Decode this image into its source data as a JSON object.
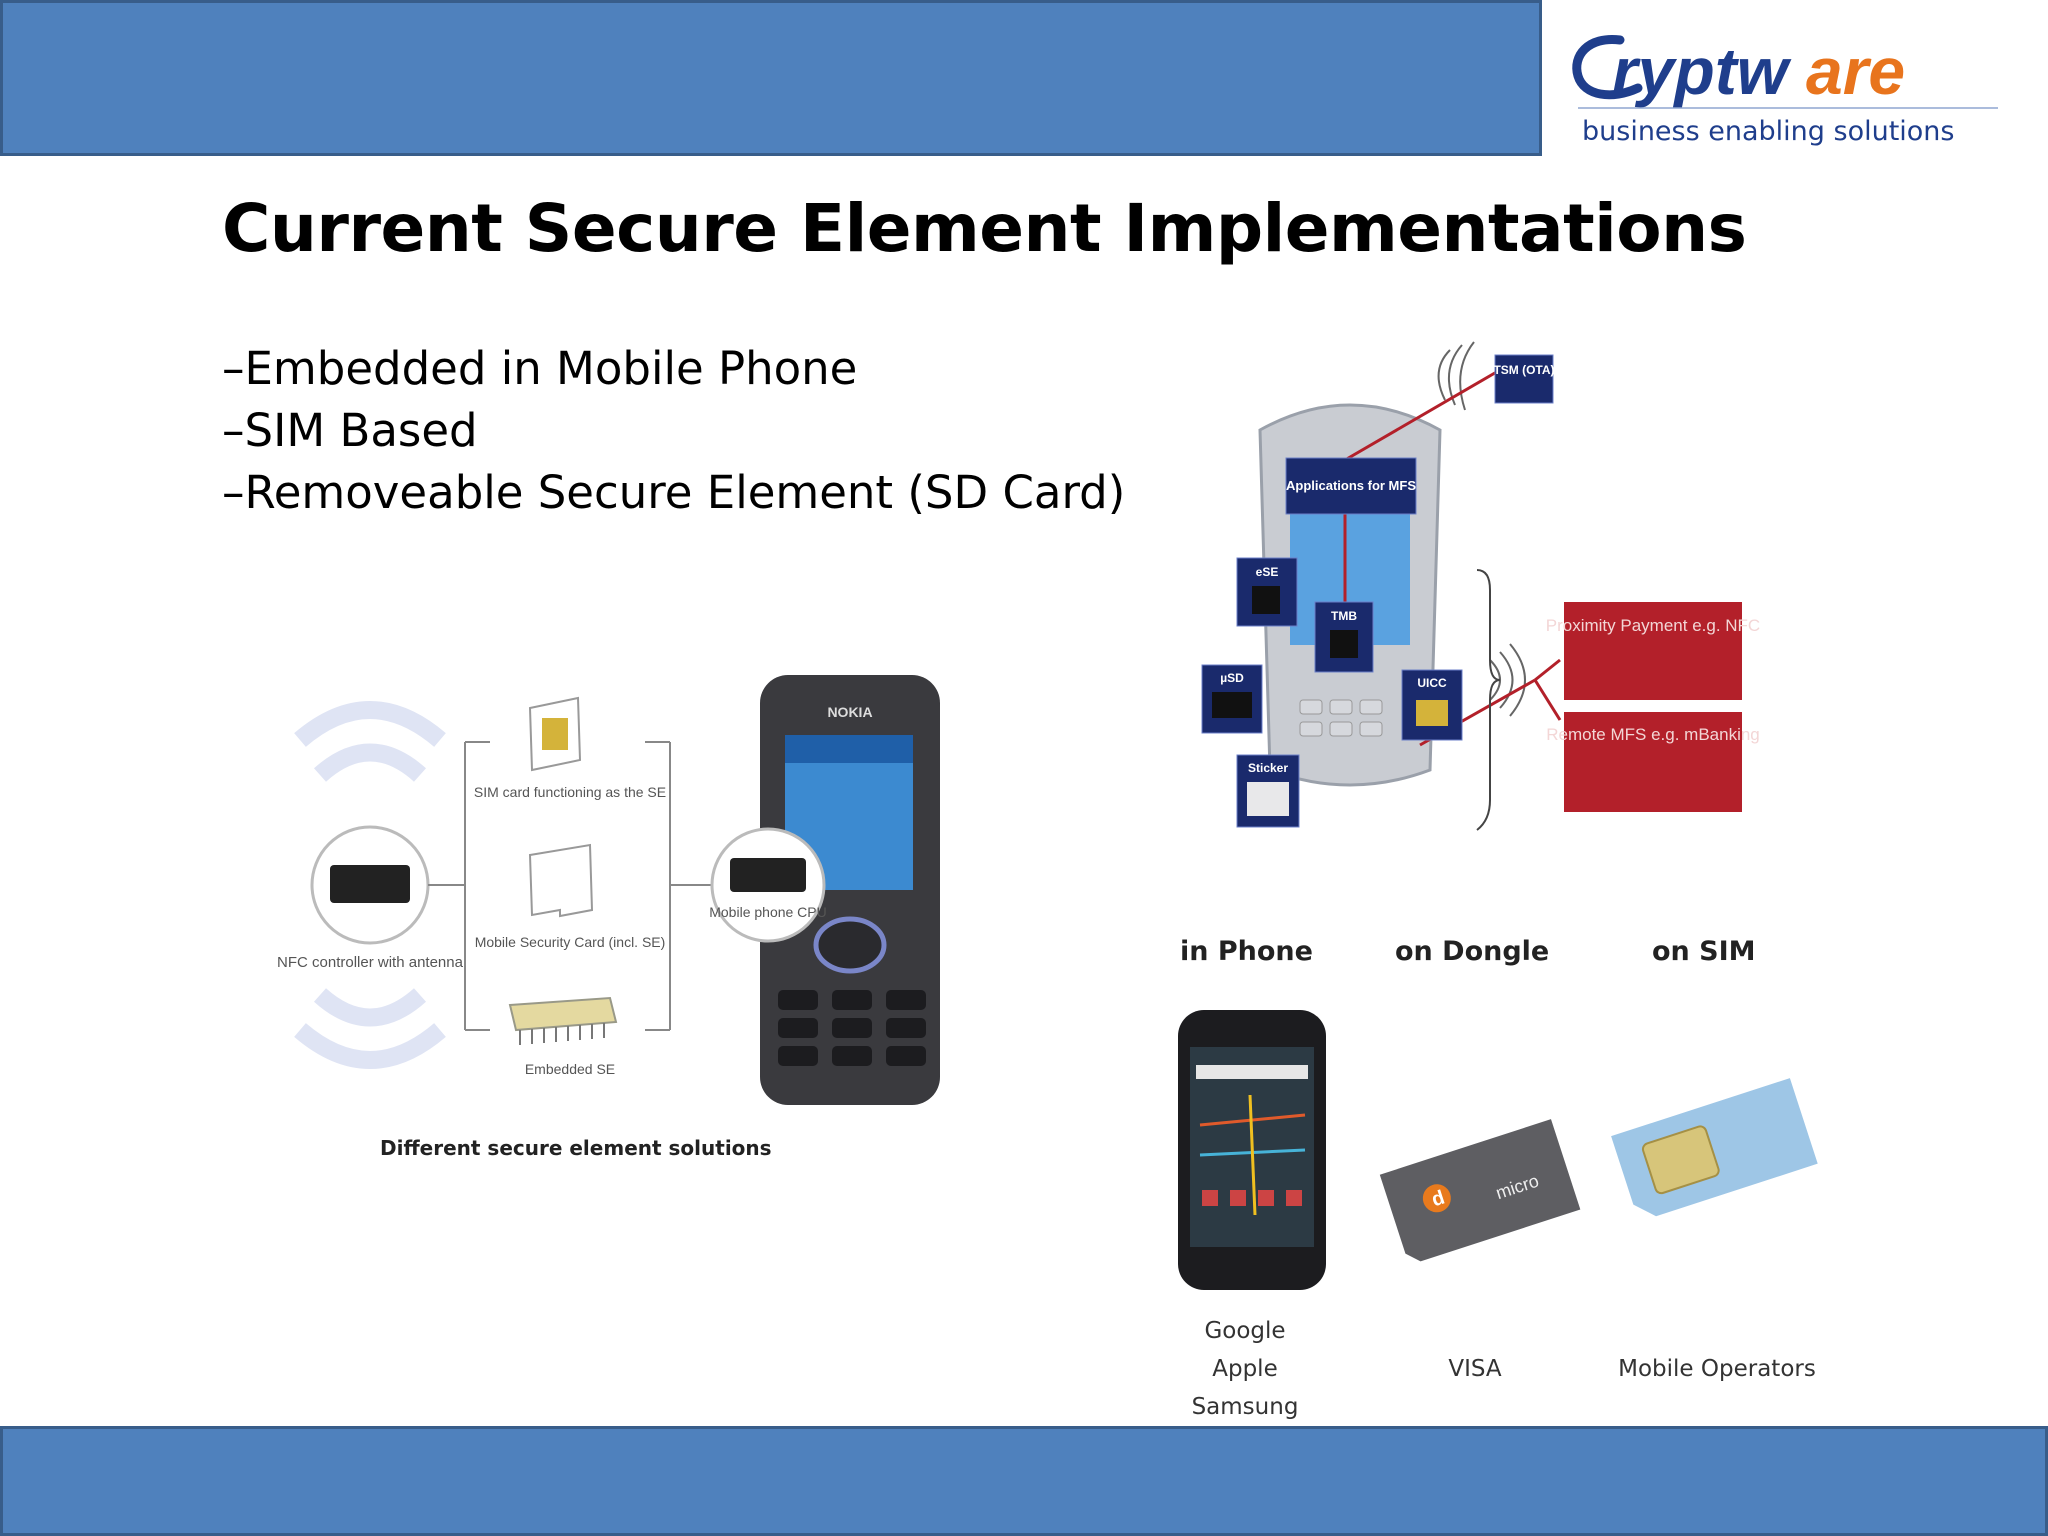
{
  "slide": {
    "title": "Current Secure Element Implementations",
    "bullets": [
      "Embedded in Mobile Phone",
      "SIM Based",
      "Removeable Secure Element (SD Card)"
    ]
  },
  "logo": {
    "name": "Cryptware",
    "tagline": "business enabling solutions"
  },
  "left_figure": {
    "caption": "Different secure element solutions",
    "nfc_label": "NFC controller with antenna",
    "sim_label": "SIM card functioning as the SE",
    "msc_label": "Mobile Security Card (incl. SE)",
    "ese_label": "Embedded SE",
    "cpu_label": "Mobile phone CPU",
    "phone_brand": "NOKIA"
  },
  "right_figure": {
    "tsm_label": "TSM (OTA)",
    "apps_label": "Applications for MFS",
    "ese_label": "eSE",
    "tmb_label": "TMB",
    "usd_label": "µSD",
    "uicc_label": "UICC",
    "sticker_label": "Sticker",
    "proximity_label": "Proximity Payment e.g. NFC",
    "remote_label": "Remote MFS e.g. mBanking"
  },
  "comparison": {
    "columns": [
      {
        "heading": "in Phone",
        "owners": [
          "Google",
          "Apple",
          "Samsung"
        ]
      },
      {
        "heading": "on Dongle",
        "owners": [
          "VISA"
        ]
      },
      {
        "heading": "on SIM",
        "owners": [
          "Mobile Operators"
        ]
      }
    ]
  },
  "colors": {
    "bar": "#4f81bd",
    "bar_border": "#385d8a",
    "logo_blue": "#1f3e8c",
    "logo_orange": "#e8741d",
    "diagram_red": "#b3202a",
    "diagram_navy": "#1a2a6c"
  }
}
